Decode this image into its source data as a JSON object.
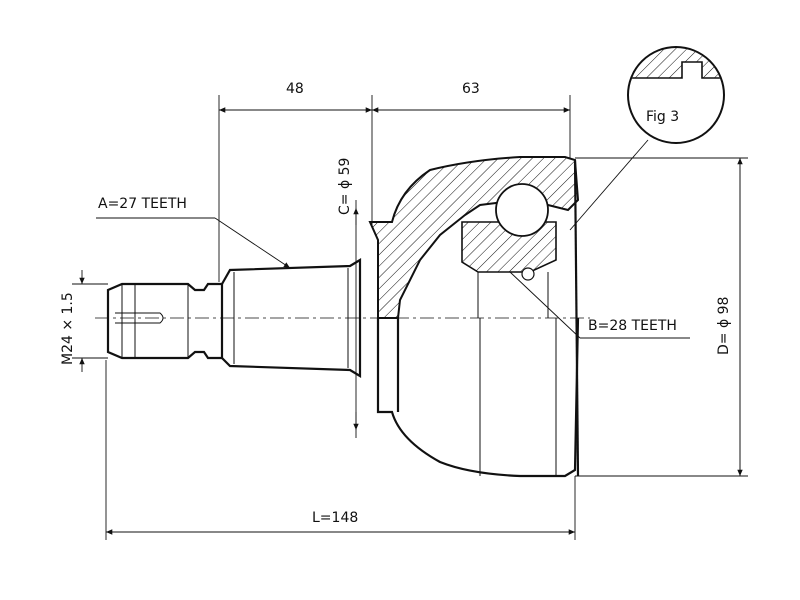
{
  "figure": {
    "fig_label": "Fig 3",
    "dims": {
      "len_shaft": "48",
      "len_body": "63",
      "total_length": "L=148",
      "dia_c": "C= ϕ 59",
      "dia_d": "D= ϕ 98",
      "thread": "M24 × 1.5"
    },
    "callouts": {
      "spline_a": "A=27 TEETH",
      "spline_b": "B=28 TEETH"
    }
  }
}
